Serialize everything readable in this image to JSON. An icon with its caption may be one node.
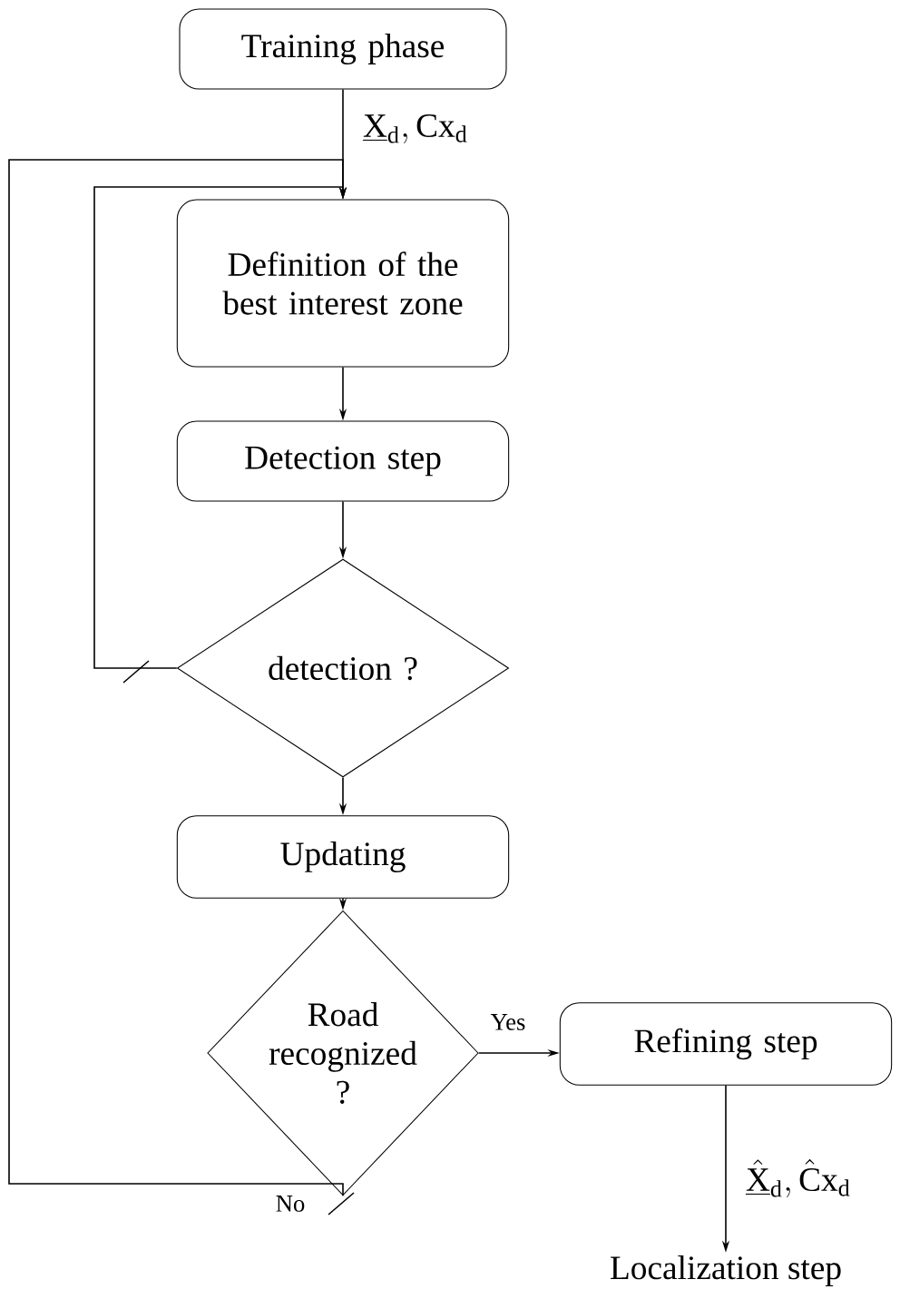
{
  "diagram": {
    "nodes": [
      {
        "text": [
          "Training phase"
        ]
      },
      {
        "text": [
          "Definition of the best interest zone"
        ]
      },
      {
        "text": [
          "Detection step"
        ]
      },
      {
        "text": [
          "detection ?"
        ]
      },
      {
        "text": [
          "Updating"
        ]
      },
      {
        "text": [
          "Road recognized ?"
        ]
      },
      {
        "text": [
          "Refining step"
        ]
      },
      {
        "text": [
          "Localization step"
        ]
      }
    ],
    "edges": [
      {
        "from": 0,
        "to": 1,
        "arrow": "to",
        "label": "\\underline{\\mathrm{X}}_{\\mathrm{d}}, \\mathrm{Cx}_{\\mathrm{d}}"
      },
      {
        "from": 1,
        "to": 2,
        "arrow": "to"
      },
      {
        "from": 2,
        "to": 3,
        "arrow": "to"
      },
      {
        "from": 3,
        "to": 1,
        "arrow": "to"
      },
      {
        "from": 3,
        "to": 4,
        "arrow": "to"
      },
      {
        "from": 4,
        "to": 5,
        "arrow": "to"
      },
      {
        "from": 5,
        "to": 6,
        "arrow": "to",
        "label": "Yes"
      },
      {
        "from": 5,
        "to": 1,
        "arrow": "to",
        "label": "No"
      },
      {
        "from": 6,
        "to": 7,
        "arrow": "to",
        "label": "\\underline{\\hat{\\mathrm{X}}}_{\\mathrm{d}}, \\hat{\\mathrm{C}}\\mathrm{x}_{\\mathrm{d}}"
      }
    ]
  }
}
